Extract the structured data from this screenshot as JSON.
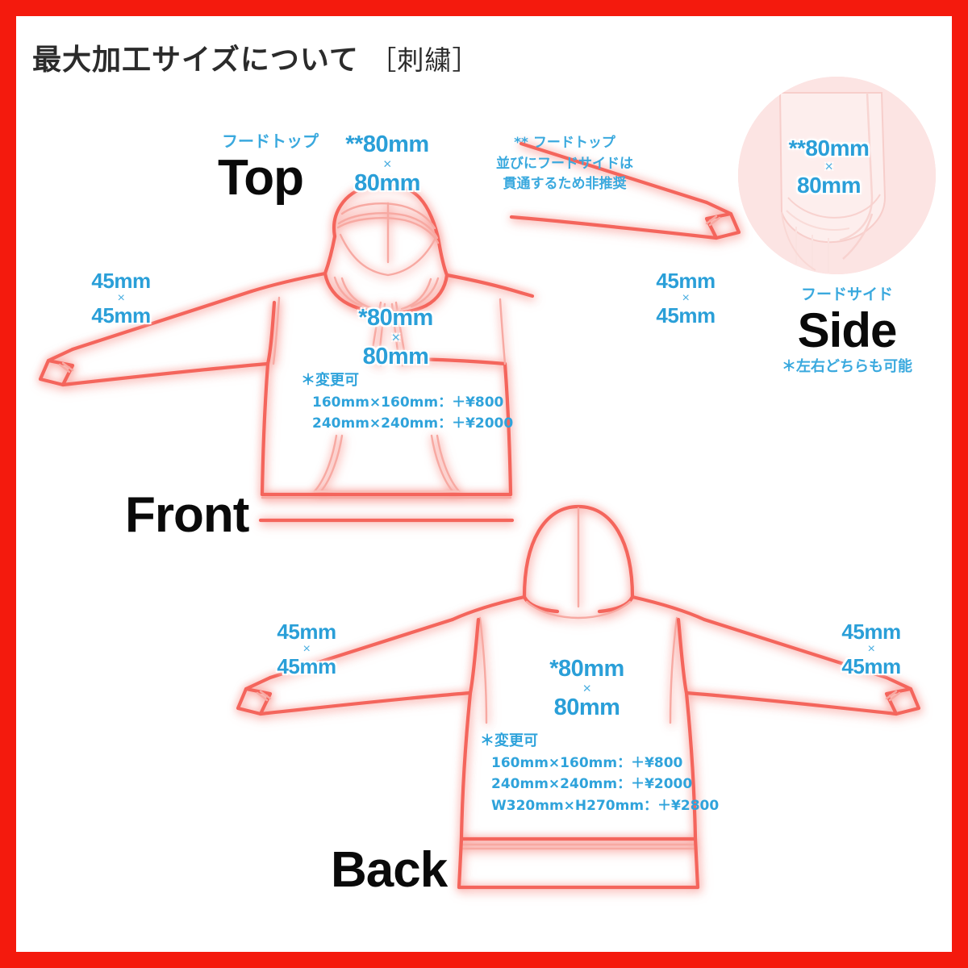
{
  "page": {
    "title": "最大加工サイズについて",
    "title_bracket": "［刺繍］",
    "border_color": "#f41a0d",
    "accent_blue": "#2fa3db",
    "line_red": "#f4655c"
  },
  "top": {
    "jp_label": "フードトップ",
    "en_label": "Top",
    "size": {
      "line1": "**80mm",
      "x": "×",
      "line2": "80mm"
    },
    "note": {
      "line1": "** フードトップ",
      "line2": "並びにフードサイドは",
      "line3": "貫通するため非推奨"
    }
  },
  "side": {
    "jp_label": "フードサイド",
    "en_label": "Side",
    "footnote": "＊左右どちらも可能",
    "size": {
      "line1": "**80mm",
      "x": "×",
      "line2": "80mm"
    }
  },
  "front": {
    "en_label": "Front",
    "chest": {
      "line1": "*80mm",
      "x": "×",
      "line2": "80mm"
    },
    "sleeve_left": {
      "line1": "45mm",
      "x": "×",
      "line2": "45mm"
    },
    "sleeve_right": {
      "line1": "45mm",
      "x": "×",
      "line2": "45mm"
    },
    "prices": {
      "heading": "＊変更可",
      "items": [
        "160mm×160mm：＋¥800",
        "240mm×240mm：＋¥2000"
      ]
    }
  },
  "back": {
    "en_label": "Back",
    "center": {
      "line1": "*80mm",
      "x": "×",
      "line2": "80mm"
    },
    "sleeve_left": {
      "line1": "45mm",
      "x": "×",
      "line2": "45mm"
    },
    "sleeve_right": {
      "line1": "45mm",
      "x": "×",
      "line2": "45mm"
    },
    "prices": {
      "heading": "＊変更可",
      "items": [
        "160mm×160mm：＋¥800",
        "240mm×240mm：＋¥2000",
        "W320mm×H270mm：＋¥2800"
      ]
    }
  }
}
